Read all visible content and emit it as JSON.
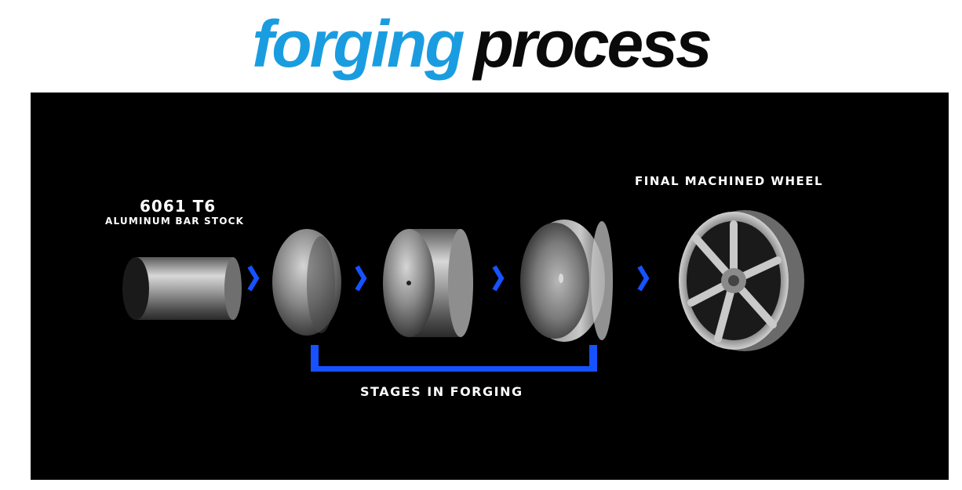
{
  "title": {
    "word1": "forging",
    "word2": "process"
  },
  "colors": {
    "accent_blue": "#1a9de0",
    "bracket_blue": "#1652ff",
    "panel_bg": "#000000"
  },
  "diagram": {
    "stock_spec": "6061 T6",
    "stock_desc": "ALUMINUM BAR STOCK",
    "final_label": "FINAL MACHINED WHEEL",
    "stages_label": "STAGES IN FORGING",
    "arrow_icon": "chevron-right-icon",
    "steps": [
      "bar-stock",
      "forging-stage-1",
      "forging-stage-2",
      "forging-stage-3",
      "machined-wheel"
    ]
  }
}
